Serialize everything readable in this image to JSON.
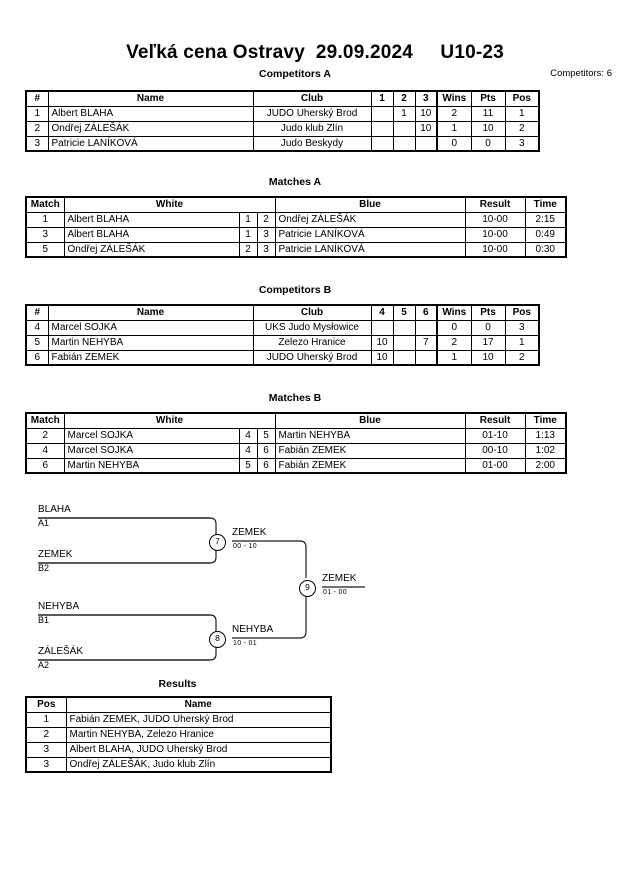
{
  "header": {
    "title": "Veľká cena Ostravy  29.09.2024     U10-23",
    "competitors_count": "Competitors: 6"
  },
  "pools": [
    {
      "caption": "Competitors A",
      "columns": [
        "#",
        "Name",
        "Club",
        "1",
        "2",
        "3",
        "Wins",
        "Pts",
        "Pos"
      ],
      "rows": [
        {
          "num": "1",
          "name": "Albert BLAHA",
          "club": "JUDO Uherský Brod",
          "m1": "",
          "m2": "1",
          "m3": "10",
          "wins": "2",
          "pts": "11",
          "pos": "1"
        },
        {
          "num": "2",
          "name": "Ondřej ZÁLEŠÁK",
          "club": "Judo klub Zlín",
          "m1": "",
          "m2": "",
          "m3": "10",
          "wins": "1",
          "pts": "10",
          "pos": "2"
        },
        {
          "num": "3",
          "name": "Patricie LANÍKOVÁ",
          "club": "Judo Beskydy",
          "m1": "",
          "m2": "",
          "m3": "",
          "wins": "0",
          "pts": "0",
          "pos": "3"
        }
      ]
    },
    {
      "caption": "Competitors B",
      "columns": [
        "#",
        "Name",
        "Club",
        "4",
        "5",
        "6",
        "Wins",
        "Pts",
        "Pos"
      ],
      "rows": [
        {
          "num": "4",
          "name": "Marcel SOJKA",
          "club": "UKS Judo Mysłowice",
          "m1": "",
          "m2": "",
          "m3": "",
          "wins": "0",
          "pts": "0",
          "pos": "3"
        },
        {
          "num": "5",
          "name": "Martin NEHYBA",
          "club": "Zelezo Hranice",
          "m1": "10",
          "m2": "",
          "m3": "7",
          "wins": "2",
          "pts": "17",
          "pos": "1"
        },
        {
          "num": "6",
          "name": "Fabián ZEMEK",
          "club": "JUDO Uherský Brod",
          "m1": "10",
          "m2": "",
          "m3": "",
          "wins": "1",
          "pts": "10",
          "pos": "2"
        }
      ]
    }
  ],
  "match_blocks": [
    {
      "caption": "Matches A",
      "columns": [
        "Match",
        "White",
        "Result",
        "Time"
      ],
      "blue_header": "Blue",
      "rows": [
        {
          "match": "1",
          "white": "Albert BLAHA",
          "white_no": "1",
          "blue_no": "2",
          "blue": "Ondřej ZÁLEŠÁK",
          "result": "10-00",
          "time": "2:15"
        },
        {
          "match": "3",
          "white": "Albert BLAHA",
          "white_no": "1",
          "blue_no": "3",
          "blue": "Patricie LANÍKOVÁ",
          "result": "10-00",
          "time": "0:49"
        },
        {
          "match": "5",
          "white": "Ondřej ZÁLEŠÁK",
          "white_no": "2",
          "blue_no": "3",
          "blue": "Patricie LANÍKOVÁ",
          "result": "10-00",
          "time": "0:30"
        }
      ]
    },
    {
      "caption": "Matches B",
      "columns": [
        "Match",
        "White",
        "Result",
        "Time"
      ],
      "blue_header": "Blue",
      "rows": [
        {
          "match": "2",
          "white": "Marcel SOJKA",
          "white_no": "4",
          "blue_no": "5",
          "blue": "Martin NEHYBA",
          "result": "01-10",
          "time": "1:13"
        },
        {
          "match": "4",
          "white": "Marcel SOJKA",
          "white_no": "4",
          "blue_no": "6",
          "blue": "Fabián ZEMEK",
          "result": "00-10",
          "time": "1:02"
        },
        {
          "match": "6",
          "white": "Martin NEHYBA",
          "white_no": "5",
          "blue_no": "6",
          "blue": "Fabián ZEMEK",
          "result": "01-00",
          "time": "2:00"
        }
      ]
    }
  ],
  "bracket": {
    "entries": [
      {
        "name": "BLAHA",
        "code": "A1"
      },
      {
        "name": "ZEMEK",
        "code": "B2"
      },
      {
        "name": "NEHYBA",
        "code": "B1"
      },
      {
        "name": "ZÁLEŠÁK",
        "code": "A2"
      }
    ],
    "nodes": [
      {
        "number": "7",
        "winner": "ZEMEK",
        "score": "00 - 10"
      },
      {
        "number": "8",
        "winner": "NEHYBA",
        "score": "10 - 01"
      },
      {
        "number": "9",
        "winner": "ZEMEK",
        "score": "01 - 00"
      }
    ]
  },
  "results": {
    "caption": "Results",
    "columns": [
      "Pos",
      "Name"
    ],
    "rows": [
      {
        "pos": "1",
        "name": "Fabián ZEMEK, JUDO Uherský Brod"
      },
      {
        "pos": "2",
        "name": "Martin NEHYBA, Zelezo Hranice"
      },
      {
        "pos": "3",
        "name": "Albert BLAHA, JUDO Uherský Brod"
      },
      {
        "pos": "3",
        "name": "Ondřej ZÁLEŠÁK, Judo klub Zlín"
      }
    ]
  }
}
